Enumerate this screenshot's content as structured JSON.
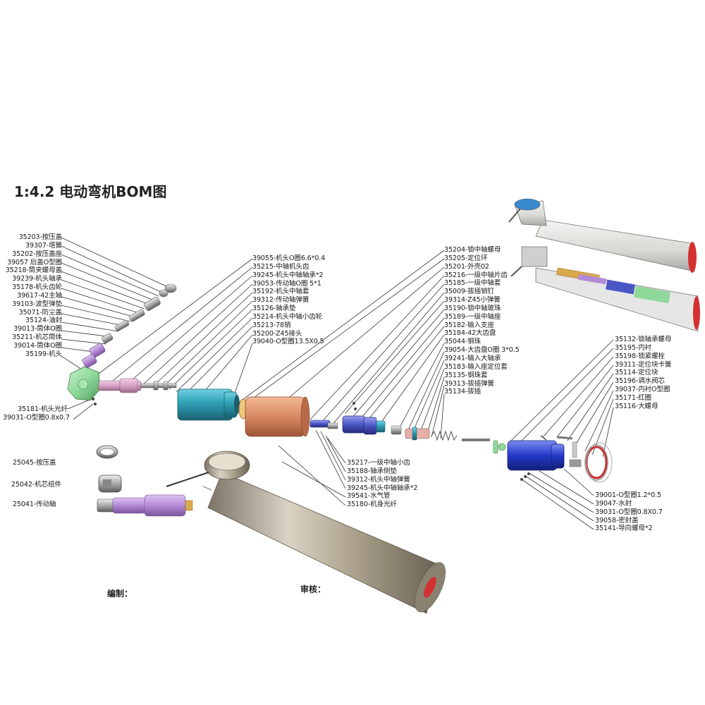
{
  "title": "1:4.2 电动弯机BOM图",
  "labels_left": [
    "35203-按压盖",
    "39307-塔簧",
    "35202-按压盖座",
    "39057 后盖O型圈",
    "35218-筒夹螺母盖",
    "39239-机头轴承",
    "35178-机头齿轮",
    "39617-42主轴",
    "39103-波型弹垫",
    "35071-防尘盖",
    "35124-油封",
    "39013-筒体O圈",
    "35211-机芯筒体",
    "39014-筒体O圈",
    "35199-机头"
  ],
  "labels_left_bottom": [
    "35181-机头光纤",
    "39031-O型圈0.8x0.7"
  ],
  "labels_mid_top": [
    "39055-机头O圈6.6*0.4",
    "35215-中轴机头齿",
    "39245-机头中轴轴承*2",
    "39053-传动轴O圈 5*1",
    "35192-机头中轴套",
    "39312-传动轴弹簧",
    "35126-轴承垫",
    "35214-机头中轴小齿轮",
    "35213-78销",
    "35200-Z45接头",
    "39040-O型圈13.5X0.5"
  ],
  "labels_center": [
    "35204-锁中轴螺母",
    "35205-定位环",
    "35201-外壳02",
    "35216-一级中轴片齿",
    "35185-一级中轴套",
    "35009-拔插销钉",
    "39314-Z45小弹簧",
    "35190-锁中轴玻珠",
    "35189-一级中轴座",
    "35182-输入支座",
    "35184-42大齿盘",
    "35044-钢珠",
    "39054-大齿盘O圈 3*0.5",
    "39241-输入大轴承",
    "35183-输入座定位套",
    "35135-钢珠套",
    "39313-拔插弹簧",
    "35134-拔插"
  ],
  "labels_mid_bottom": [
    "35217-一级中轴小齿",
    "35188-轴承侧垫",
    "39312-机头中轴弹簧",
    "39245-机头中轴轴承*2",
    "39541-水气管",
    "35180-机身光纤"
  ],
  "labels_right_top": [
    "35132-锁轴承螺母",
    "35195-内衬",
    "35198-锁紧螺栓",
    "39311-定位块卡簧",
    "35114-定位块",
    "35196-调水阀芯",
    "39037-内衬O型圈",
    "35171-红圈",
    "35116-大螺母"
  ],
  "labels_right_bottom": [
    "39001-O型圈1.2*0.5",
    "39047-水封",
    "39031-O型圈0.8X0.7",
    "39058-密封盖",
    "35141-导向螺母*2"
  ],
  "labels_sub": [
    "25045-按压盖",
    "25042-机芯组件",
    "25041-传动轴"
  ],
  "footer": {
    "editor_label": "编制：",
    "reviewer_label": "审核："
  },
  "colors": {
    "head_green": "#8fd99a",
    "pink_tube": "#d7a3c6",
    "teal_body": "#2f9fb5",
    "copper_body": "#d98a63",
    "blue_part": "#4a55c4",
    "royal_blue": "#2438c8",
    "purple_shaft": "#b48ad6",
    "silver_handpiece": "#b9b0a0",
    "red_ring": "#d43030"
  }
}
